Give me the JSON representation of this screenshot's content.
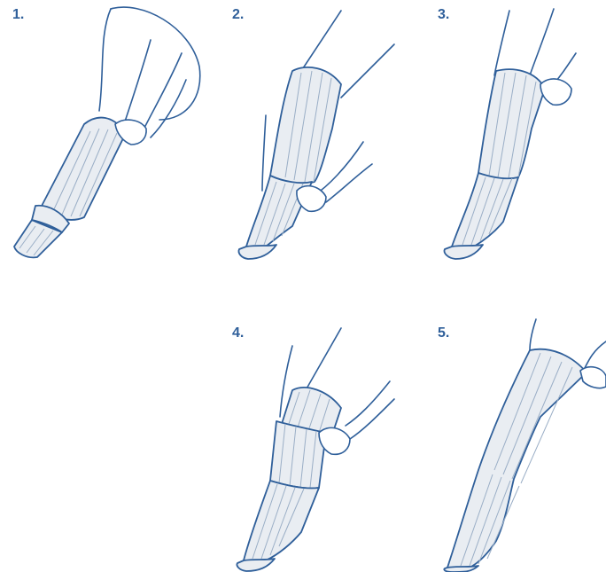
{
  "steps": [
    {
      "label": "1."
    },
    {
      "label": "2."
    },
    {
      "label": "3."
    },
    {
      "label": "4."
    },
    {
      "label": "5."
    }
  ],
  "colors": {
    "line": "#2f5f9a",
    "stocking_fill": "#e9edf2",
    "rib": "#9aaec6",
    "background": "#ffffff"
  }
}
